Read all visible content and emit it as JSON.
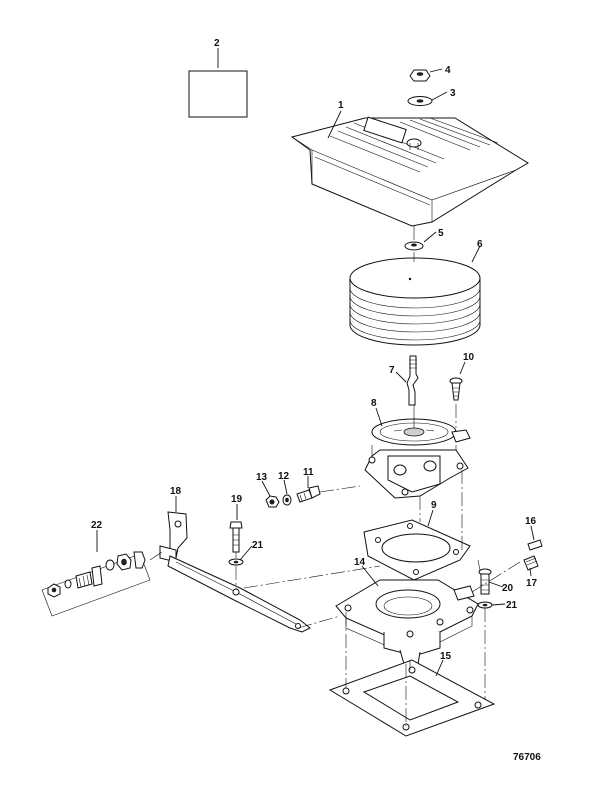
{
  "diagram": {
    "figure_number": "76706",
    "callouts": [
      {
        "id": "c1",
        "label": "1"
      },
      {
        "id": "c2",
        "label": "2"
      },
      {
        "id": "c3",
        "label": "3"
      },
      {
        "id": "c4",
        "label": "4"
      },
      {
        "id": "c5",
        "label": "5"
      },
      {
        "id": "c6",
        "label": "6"
      },
      {
        "id": "c7",
        "label": "7"
      },
      {
        "id": "c8",
        "label": "8"
      },
      {
        "id": "c9",
        "label": "9"
      },
      {
        "id": "c10",
        "label": "10"
      },
      {
        "id": "c11",
        "label": "11"
      },
      {
        "id": "c12",
        "label": "12"
      },
      {
        "id": "c13",
        "label": "13"
      },
      {
        "id": "c14",
        "label": "14"
      },
      {
        "id": "c15",
        "label": "15"
      },
      {
        "id": "c16",
        "label": "16"
      },
      {
        "id": "c17",
        "label": "17"
      },
      {
        "id": "c18",
        "label": "18"
      },
      {
        "id": "c19",
        "label": "19"
      },
      {
        "id": "c20",
        "label": "20"
      },
      {
        "id": "c21a",
        "label": "21"
      },
      {
        "id": "c21b",
        "label": "21"
      },
      {
        "id": "c22",
        "label": "22"
      }
    ]
  }
}
